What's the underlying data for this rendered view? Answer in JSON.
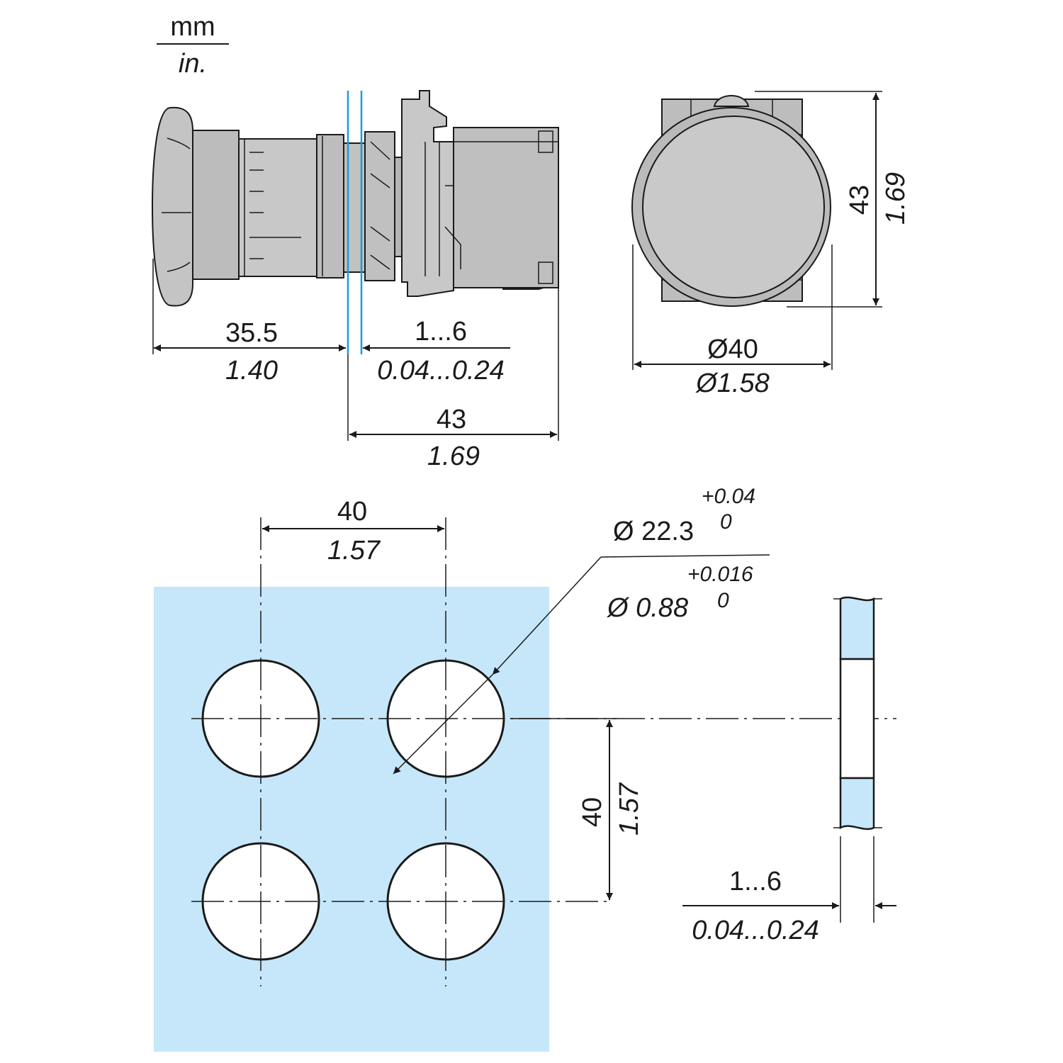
{
  "units": {
    "top": "mm",
    "bottom": "in."
  },
  "colors": {
    "panel": "#c6e7fa",
    "body_gray": "#bdbdbd",
    "body_light": "#d2d2d2",
    "body_dark": "#a8a8a8",
    "panel_edge": "#1e9bd7",
    "stroke": "#1a1a1a"
  },
  "side_view": {
    "overall_depth": {
      "mm": "35.5",
      "in": "1.40"
    },
    "panel_thickness": {
      "mm": "1...6",
      "in": "0.04...0.24"
    },
    "rear_depth": {
      "mm": "43",
      "in": "1.69"
    }
  },
  "front_view": {
    "diameter": {
      "mm": "Ø40",
      "in": "Ø1.58"
    },
    "height": {
      "mm": "43",
      "in": "1.69"
    }
  },
  "cutout": {
    "horizontal_spacing": {
      "mm": "40",
      "in": "1.57"
    },
    "vertical_spacing": {
      "mm": "40",
      "in": "1.57"
    },
    "hole_diameter": {
      "mm": "Ø 22.3",
      "mm_tol_upper": "+0.04",
      "mm_tol_lower": "0",
      "in": "Ø 0.88",
      "in_tol_upper": "+0.016",
      "in_tol_lower": "0"
    },
    "panel_thickness": {
      "mm": "1...6",
      "in": "0.04...0.24"
    }
  }
}
